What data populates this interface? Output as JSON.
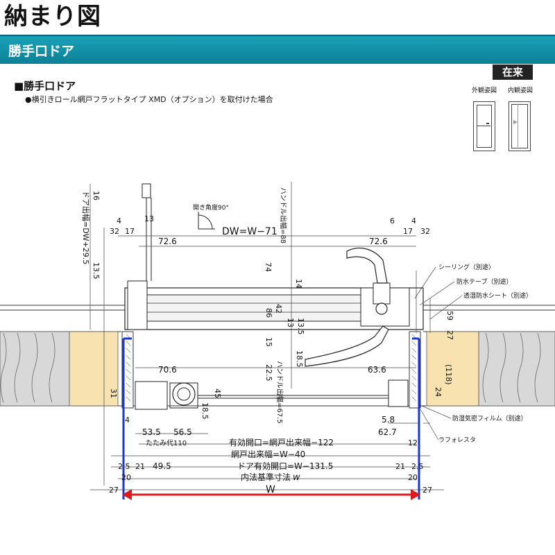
{
  "header": {
    "title": "納まり図",
    "banner": "勝手口ドア"
  },
  "section": {
    "heading": "■勝手口ドア",
    "subtitle": "●横引きロール網戸フラットタイプ XMD（オプション）を取付けた場合"
  },
  "badge": {
    "label": "在来",
    "exterior_label": "外観姿図",
    "interior_label": "内観姿図"
  },
  "dims": {
    "d16": "16",
    "door_width": "ドア出幅=DW+29.5",
    "d4_left": "4",
    "d13_left": "13",
    "d32_left": "32",
    "d17_left": "17",
    "d72_6_left": "72.6",
    "open_angle": "開き角度90°",
    "dw": "DW=W−71",
    "handle_width_top": "ハンドル出幅=88",
    "d6": "6",
    "d17_right": "17",
    "d4_right": "4",
    "d32_right": "32",
    "d72_6_right": "72.6",
    "d13_5_left": "13.5",
    "d74": "74",
    "d14": "14",
    "d86": "86",
    "d42": "42",
    "d13_mid": "13",
    "d13_5_mid": "13.5",
    "d15": "15",
    "d18_5_mid": "18.5",
    "d22_5": "22.5",
    "handle_width_bottom": "ハンドル出幅=67.5",
    "d70_6": "70.6",
    "d63_6": "63.6",
    "d31": "31",
    "d45": "45",
    "d18_5_left": "18.5",
    "d24": "24",
    "d118": "(118)",
    "d4_bottom": "4",
    "d53_5": "53.5",
    "d56_5": "56.5",
    "d5_8": "5.8",
    "d62_7": "62.7",
    "tatami": "たたみ代110",
    "effective_opening": "有効開口=網戸出来幅−122",
    "d12": "12",
    "screen_width": "網戸出来幅=W−40",
    "d2_5_left": "2.5",
    "d21_left": "21",
    "d49_5": "49.5",
    "door_effective": "ドア有効開口=W−131.5",
    "d21_right": "21",
    "d2_5_right": "2.5",
    "d20_left": "20",
    "inner_standard": "内法基準寸法",
    "inner_w": "w",
    "d20_right": "20",
    "d27_left": "27",
    "W": "W",
    "d27_right": "27",
    "d59": "59",
    "d27_mid": "27"
  },
  "callouts": {
    "sealing": "シーリング（別途）",
    "waterproof_tape": "防水テープ（別途）",
    "breathable_sheet": "透湿防水シート（別途）",
    "vapor_film": "防湿気密フィルム（別途）",
    "raforesta": "ラフォレスタ"
  },
  "colors": {
    "banner": "#1596ab",
    "wood": "#f8e3b0",
    "insulation": "#cfcfcf",
    "blue_line": "#1a35d8",
    "red_arrow": "#d91c1c"
  }
}
